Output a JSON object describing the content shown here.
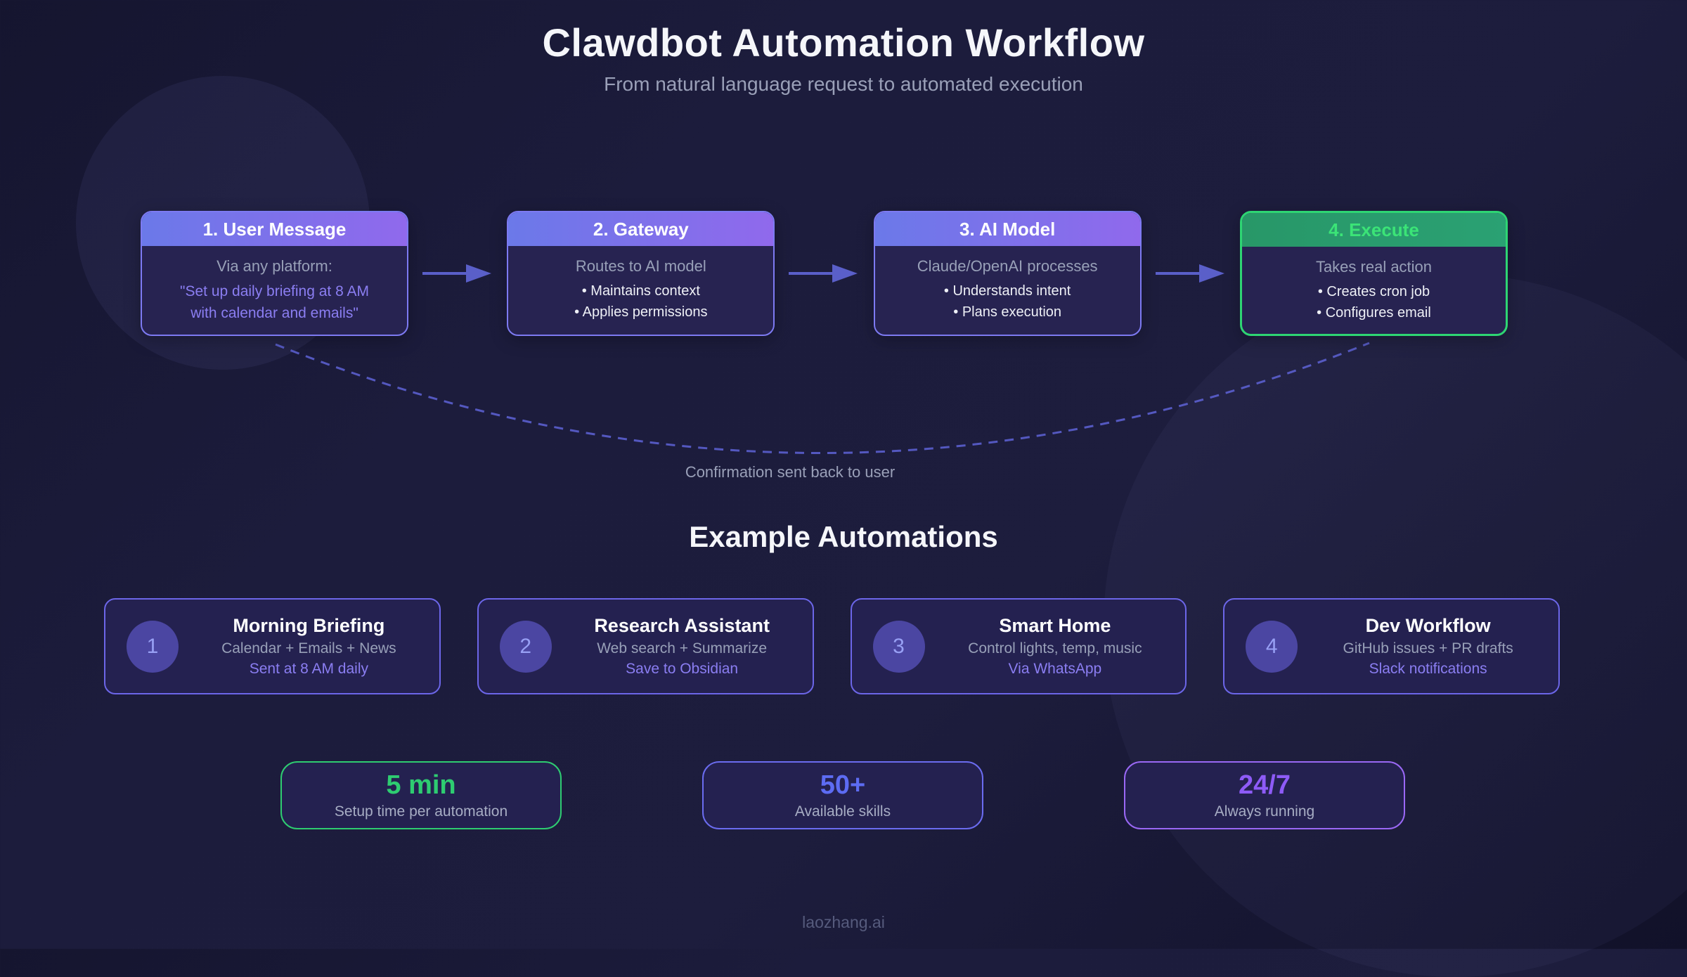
{
  "header": {
    "title": "Clawdbot Automation Workflow",
    "subtitle": "From natural language request to automated execution"
  },
  "workflow": {
    "steps": [
      {
        "title": "1. User Message",
        "lead": "Via any platform:",
        "line1": "\"Set up daily briefing at 8 AM",
        "line2": "with calendar and emails\""
      },
      {
        "title": "2. Gateway",
        "lead": "Routes to AI model",
        "line1": "• Maintains context",
        "line2": "• Applies permissions"
      },
      {
        "title": "3. AI Model",
        "lead": "Claude/OpenAI processes",
        "line1": "• Understands intent",
        "line2": "• Plans execution"
      },
      {
        "title": "4. Execute",
        "lead": "Takes real action",
        "line1": "• Creates cron job",
        "line2": "• Configures email"
      }
    ],
    "return_label": "Confirmation sent back to user"
  },
  "examples": {
    "heading": "Example Automations",
    "cards": [
      {
        "number": "1",
        "title": "Morning Briefing",
        "description": "Calendar + Emails + News",
        "highlight": "Sent at 8 AM daily"
      },
      {
        "number": "2",
        "title": "Research Assistant",
        "description": "Web search + Summarize",
        "highlight": "Save to Obsidian"
      },
      {
        "number": "3",
        "title": "Smart Home",
        "description": "Control lights, temp, music",
        "highlight": "Via WhatsApp"
      },
      {
        "number": "4",
        "title": "Dev Workflow",
        "description": "GitHub issues + PR drafts",
        "highlight": "Slack notifications"
      }
    ]
  },
  "stats": [
    {
      "value": "5 min",
      "label": "Setup time per automation",
      "color": "#2ecc71",
      "border": "#2ecc71"
    },
    {
      "value": "50+",
      "label": "Available skills",
      "color": "#5d6cf3",
      "border": "#6b6cf0"
    },
    {
      "value": "24/7",
      "label": "Always running",
      "color": "#8e5bf7",
      "border": "#9a68f5"
    }
  ],
  "footer": {
    "brand": "laozhang.ai"
  },
  "colors": {
    "accent_purple": "#7d7af2",
    "accent_green": "#2ed573",
    "arrow": "#5a5fc9",
    "background": "#1c1c3c"
  }
}
